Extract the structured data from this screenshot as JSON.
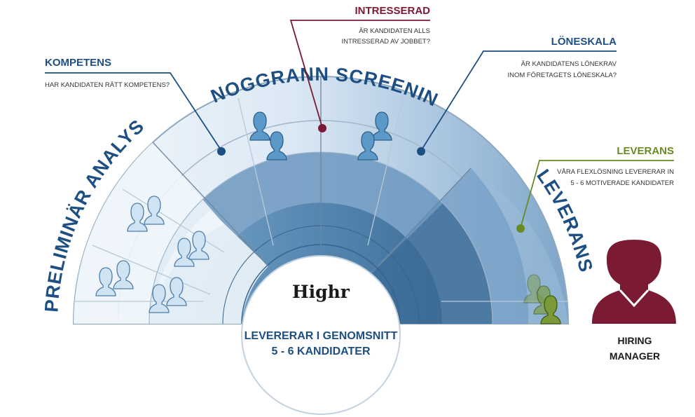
{
  "colors": {
    "maroon": "#7a1a33",
    "navy": "#1d4f82",
    "green": "#6a8a25",
    "ring_light": "#e7f0f8",
    "ring_mid": "#b9d0e4",
    "ring_dark": "#4f7fa6",
    "person_blue": "#5b9ac8",
    "person_light": "#c9dff0"
  },
  "arc_labels": {
    "preliminar": "PRELIMINÄR ANALYS",
    "screening": "NOGGRANN SCREENING",
    "leverans": "LEVERANS"
  },
  "callouts": {
    "kompetens": {
      "title": "KOMPETENS",
      "desc": "HAR KANDIDATEN RÄTT KOMPETENS?"
    },
    "intresserad": {
      "title": "INTRESSERAD",
      "line1": "ÄR KANDIDATEN ALLS",
      "line2": "INTRESSERAD AV JOBBET?"
    },
    "loneskala": {
      "title": "LÖNESKALA",
      "line1": "ÄR KANDIDATENS LÖNEKRAV",
      "line2": "INOM FÖRETAGETS LÖNESKALA?"
    },
    "leverans": {
      "title": "LEVERANS",
      "line1": "VÅRA FLEXLÖSNING LEVERERAR IN",
      "line2": "5 - 6  MOTIVERADE KANDIDATER"
    }
  },
  "center": {
    "logo": "Highr",
    "line1": "LEVERERAR I GENOMSNITT",
    "line2": "5 - 6 KANDIDATER"
  },
  "hiring_manager": {
    "line1": "HIRING",
    "line2": "MANAGER"
  },
  "icons": [
    "person-icon",
    "hiring-manager-icon"
  ]
}
